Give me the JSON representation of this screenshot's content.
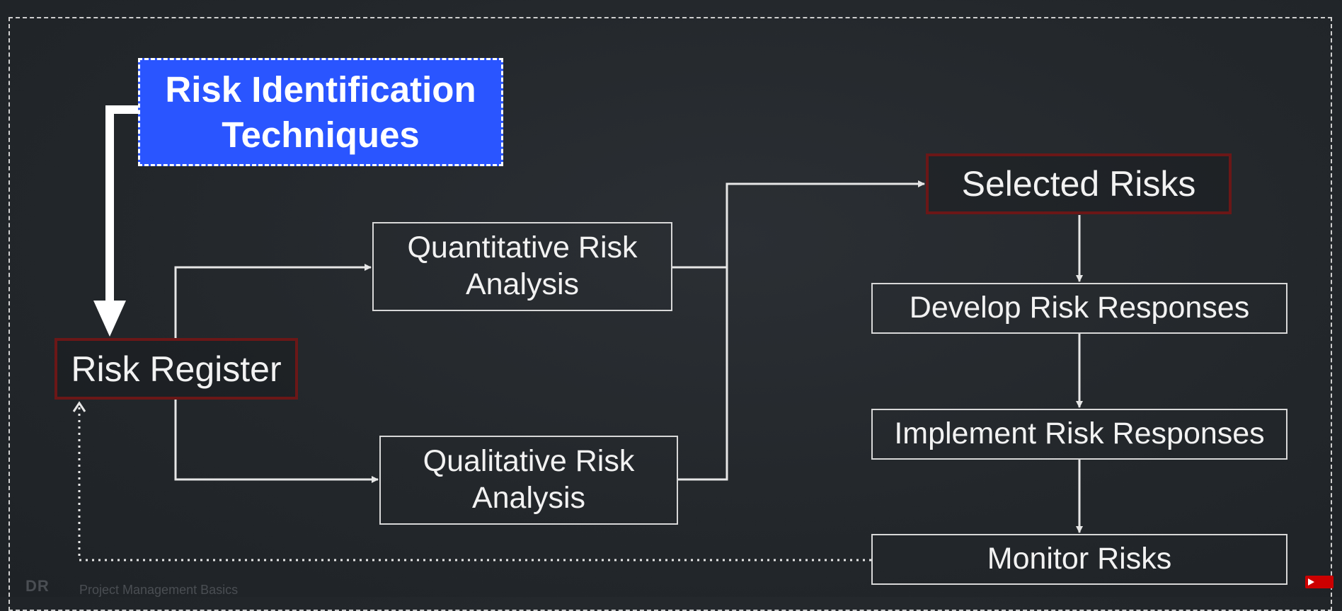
{
  "diagram": {
    "nodes": {
      "risk_identification": "Risk Identification\nTechniques",
      "risk_register": "Risk Register",
      "quantitative": "Quantitative Risk\nAnalysis",
      "qualitative": "Qualitative Risk\nAnalysis",
      "selected_risks": "Selected Risks",
      "develop_responses": "Develop Risk Responses",
      "implement_responses": "Implement Risk Responses",
      "monitor_risks": "Monitor Risks"
    },
    "edges": [
      {
        "from": "risk_identification",
        "to": "risk_register",
        "style": "thick"
      },
      {
        "from": "risk_register",
        "to": "quantitative",
        "style": "solid"
      },
      {
        "from": "risk_register",
        "to": "qualitative",
        "style": "solid"
      },
      {
        "from": "quantitative",
        "to": "selected_risks",
        "style": "solid"
      },
      {
        "from": "qualitative",
        "to": "selected_risks",
        "style": "solid"
      },
      {
        "from": "selected_risks",
        "to": "develop_responses",
        "style": "solid"
      },
      {
        "from": "develop_responses",
        "to": "implement_responses",
        "style": "solid"
      },
      {
        "from": "implement_responses",
        "to": "monitor_risks",
        "style": "solid"
      },
      {
        "from": "monitor_risks",
        "to": "risk_register",
        "style": "dotted"
      }
    ]
  },
  "footer": {
    "brand": "Project Management Basics"
  },
  "colors": {
    "highlight_blue": "#2a55ff",
    "register_border": "#6b1717",
    "line": "#e6e6e6"
  }
}
